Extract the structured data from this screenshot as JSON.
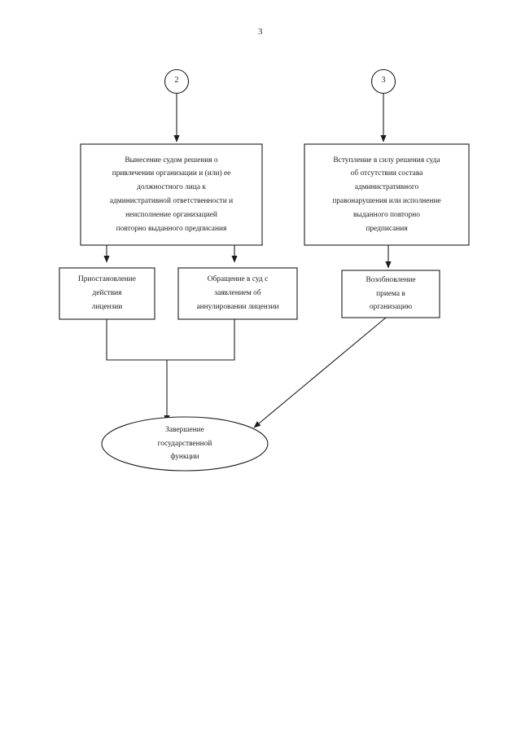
{
  "document": {
    "page_number": "3",
    "type": "flowchart",
    "language": "ru"
  },
  "connectors": {
    "entry_left": {
      "label": "2",
      "shape": "circle"
    },
    "entry_right": {
      "label": "3",
      "shape": "circle"
    }
  },
  "nodes": {
    "court_decision_liability": {
      "shape": "rectangle",
      "text": "Вынесение судом решения о\nпривлечении организации и (или) ее\nдолжностного лица к\nадминистративной ответственности и\nнеисполнение организацией\nповторно выданного предписания"
    },
    "court_decision_no_offence": {
      "shape": "rectangle",
      "text": "Вступление в силу решения суда\nоб отсутствии состава\nадминистративного\nправонарушения или исполнение\nвыданного повторно\nпредписания"
    },
    "suspend_license": {
      "shape": "rectangle",
      "text": "Приостановление\nдействия\nлицензии"
    },
    "court_application_annul": {
      "shape": "rectangle",
      "text": "Обращение в суд с\nзаявлением об\nаннулировании лицензии"
    },
    "resume_admission": {
      "shape": "rectangle",
      "text": "Возобновление\nприема в\nорганизацию"
    },
    "end_state_function": {
      "shape": "ellipse",
      "text": "Завершение\nгосударственной\nфункции"
    }
  },
  "edges": [
    {
      "name": "entry-2-to-court-decision",
      "from": "entry_left",
      "to": "court_decision_liability",
      "style": "straight-arrow"
    },
    {
      "name": "entry-3-to-court-no-offence",
      "from": "entry_right",
      "to": "court_decision_no_offence",
      "style": "straight-arrow"
    },
    {
      "name": "court-decision-to-suspend-license",
      "from": "court_decision_liability",
      "to": "suspend_license",
      "style": "straight-arrow"
    },
    {
      "name": "court-decision-to-court-application",
      "from": "court_decision_liability",
      "to": "court_application_annul",
      "style": "straight-arrow"
    },
    {
      "name": "court-no-offence-to-resume",
      "from": "court_decision_no_offence",
      "to": "resume_admission",
      "style": "straight-arrow"
    },
    {
      "name": "suspend-license-to-end",
      "from": "suspend_license",
      "to": "end_state_function",
      "style": "merged-orthogonal-arrow"
    },
    {
      "name": "court-application-to-end",
      "from": "court_application_annul",
      "to": "end_state_function",
      "style": "merged-orthogonal-arrow"
    },
    {
      "name": "resume-to-end",
      "from": "resume_admission",
      "to": "end_state_function",
      "style": "diagonal-arrow"
    }
  ],
  "colors": {
    "stroke": "#1c1c1c",
    "background": "#ffffff",
    "text": "#1c1c1c"
  }
}
